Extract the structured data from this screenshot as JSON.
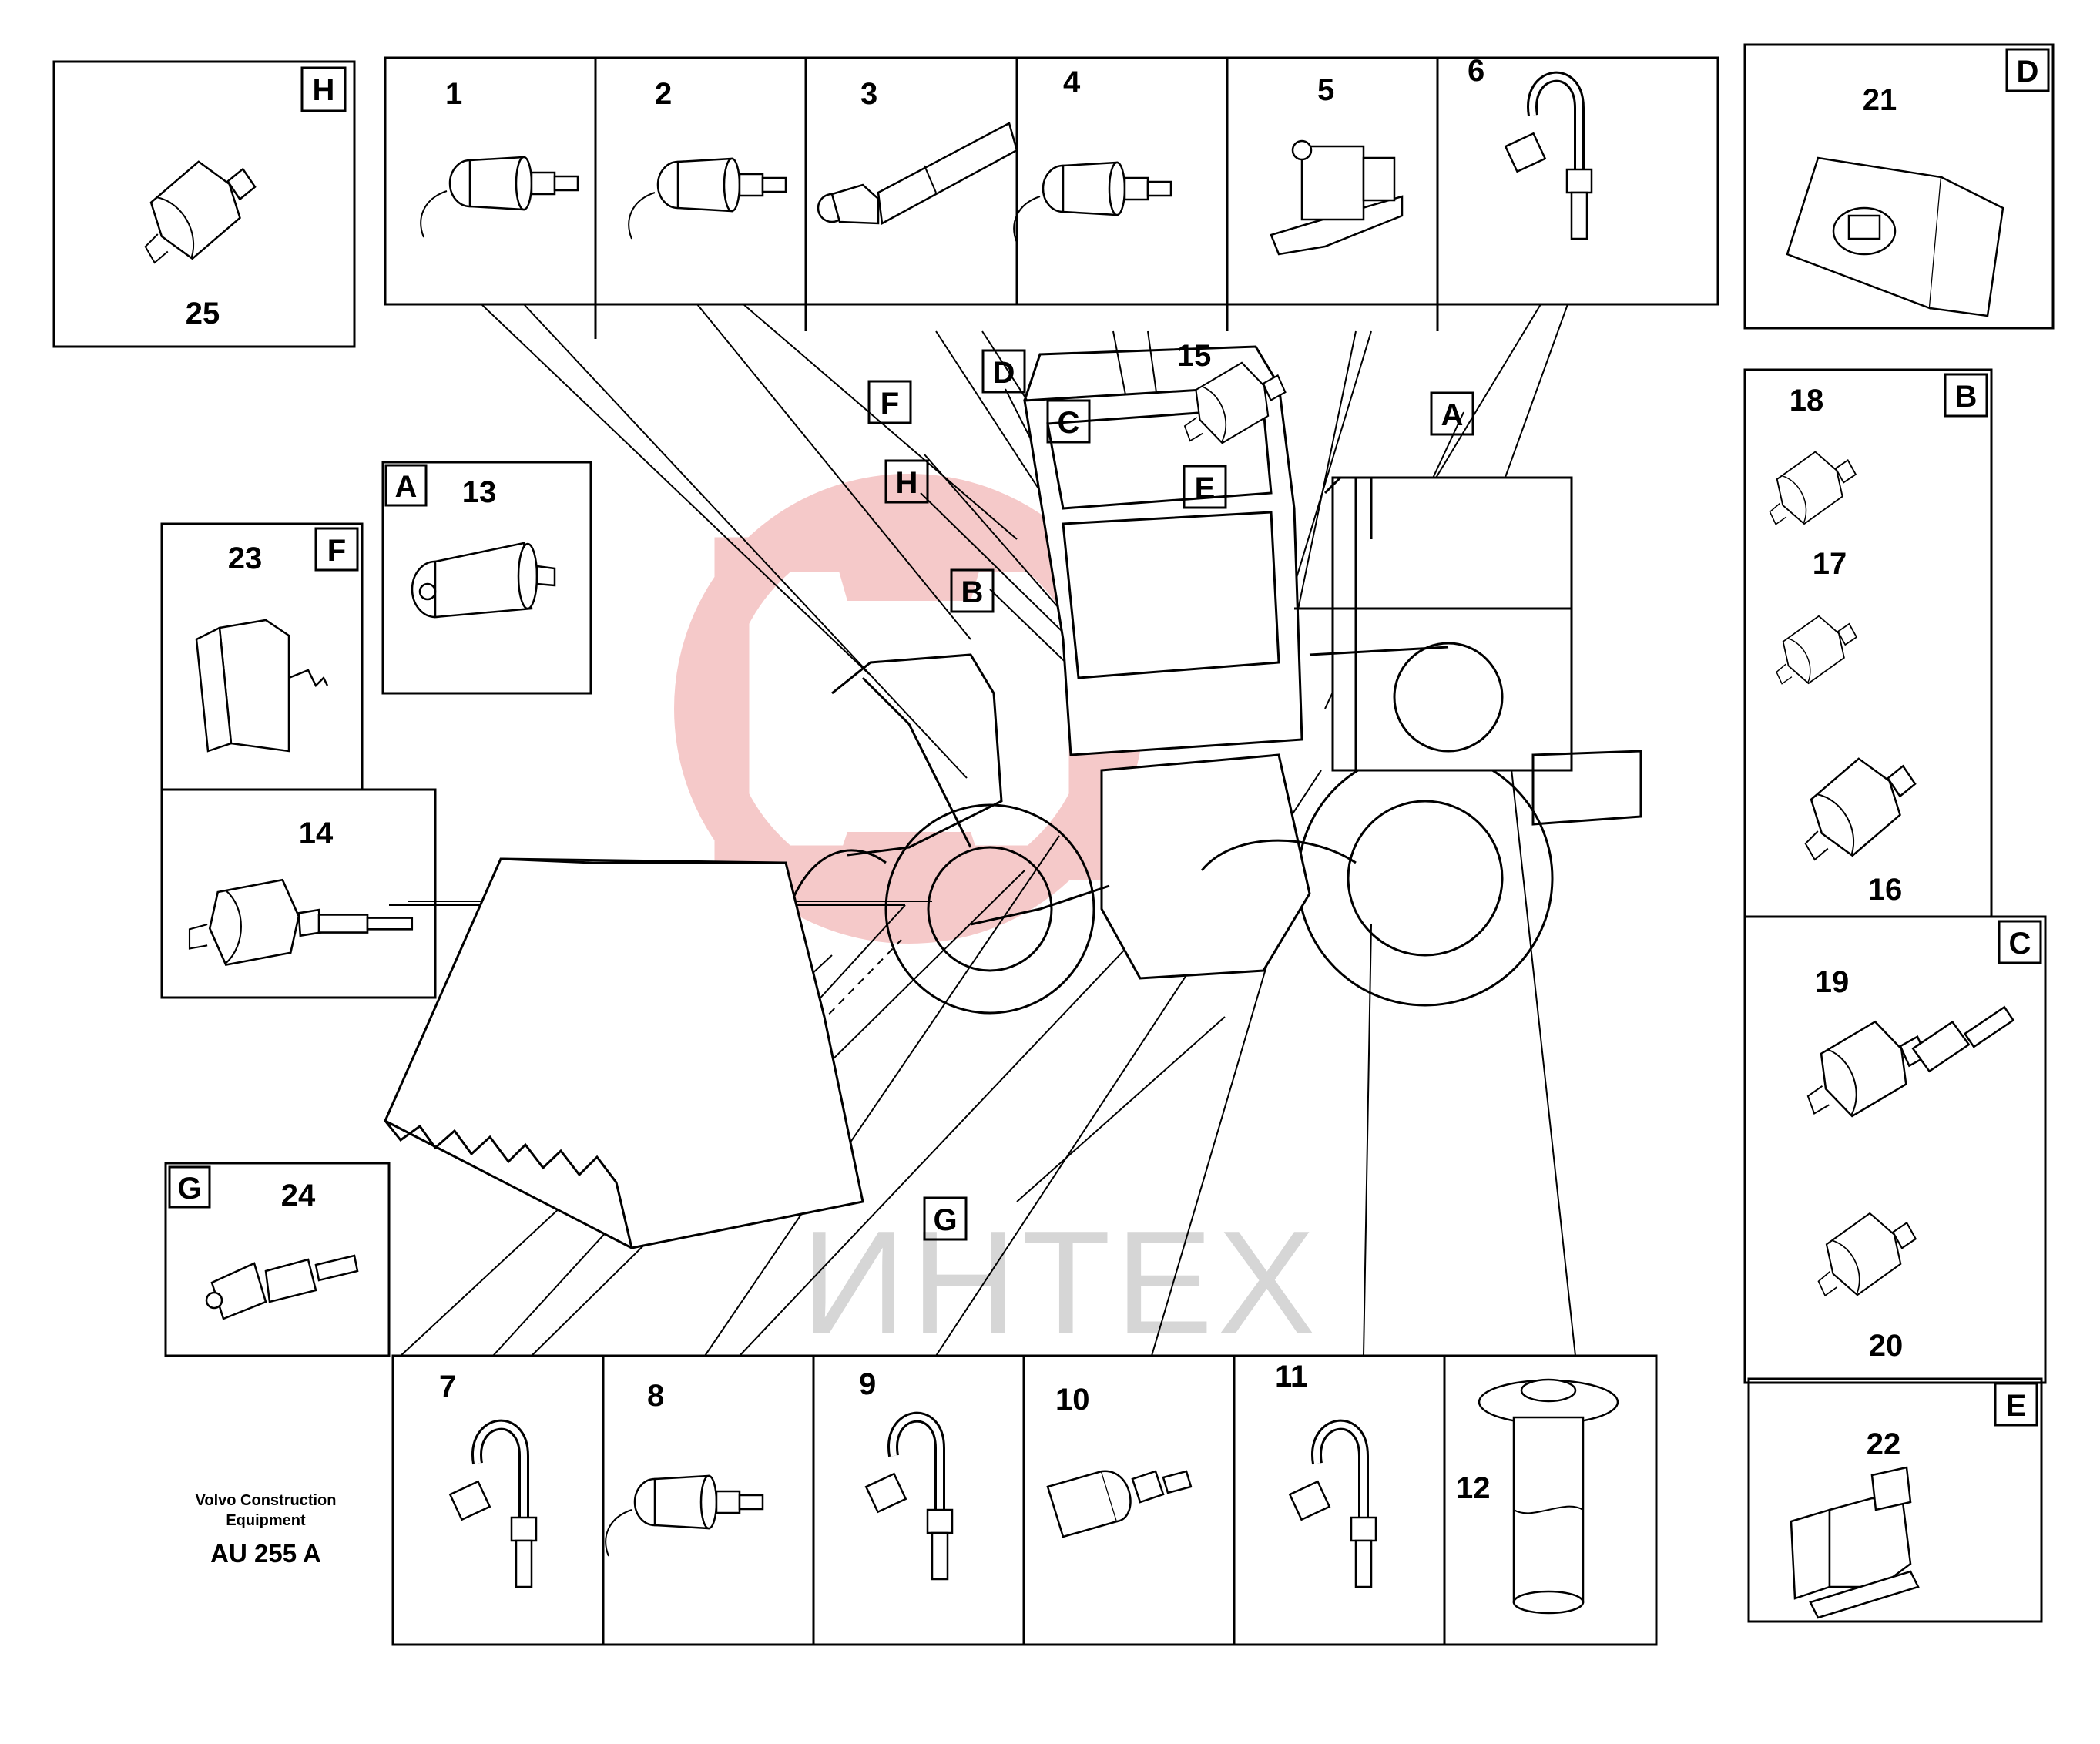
{
  "watermark": {
    "text": "ИНТЕХ",
    "color": "#f2b5b5"
  },
  "caption": {
    "line1": "Volvo Construction",
    "line2": "Equipment",
    "code": "AU 255 A"
  },
  "top_row": [
    {
      "num": "1"
    },
    {
      "num": "2"
    },
    {
      "num": "3"
    },
    {
      "num": "4"
    },
    {
      "num": "5"
    },
    {
      "num": "6"
    }
  ],
  "bottom_row": [
    {
      "num": "7"
    },
    {
      "num": "8"
    },
    {
      "num": "9"
    },
    {
      "num": "10"
    },
    {
      "num": "11"
    },
    {
      "num": "12"
    }
  ],
  "group_boxes": [
    {
      "letter": "H",
      "nums": [
        "25"
      ]
    },
    {
      "letter": "D",
      "nums": [
        "21"
      ]
    },
    {
      "letter": "B",
      "nums": [
        "18",
        "17",
        "16"
      ]
    },
    {
      "letter": "C",
      "nums": [
        "19",
        "20"
      ]
    },
    {
      "letter": "E",
      "nums": [
        "22"
      ]
    },
    {
      "letter": "A",
      "nums": [
        "13"
      ]
    },
    {
      "letter": "F",
      "nums": [
        "23",
        "14"
      ]
    },
    {
      "letter": "G",
      "nums": [
        "24"
      ]
    }
  ],
  "machine_labels": [
    "F",
    "D",
    "C",
    "H",
    "B",
    "E",
    "A",
    "G"
  ],
  "machine_part": {
    "num": "15"
  }
}
